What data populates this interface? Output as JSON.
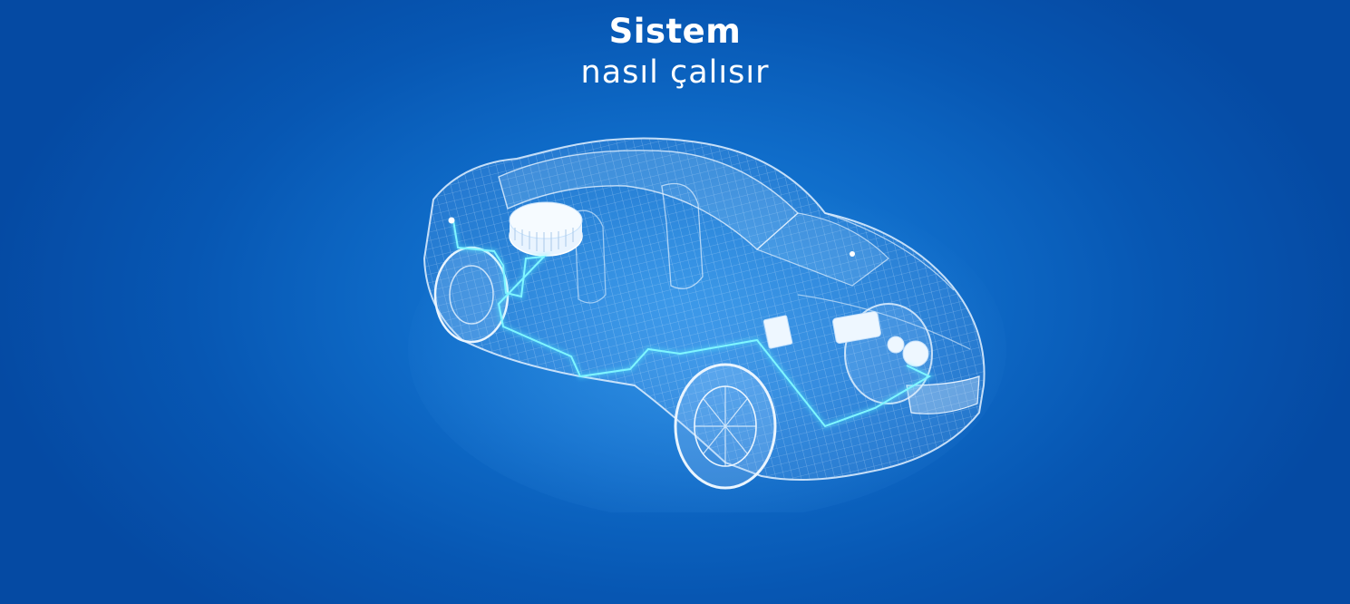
{
  "header": {
    "title": "Sistem",
    "subtitle": "nasıl çalısır"
  },
  "illustration": {
    "subject": "wireframe-car",
    "colors": {
      "background_center": "#1a84dc",
      "background_edge": "#054aa3",
      "wireframe": "#cfe6ff",
      "circuit_line": "#5ff0ff"
    }
  }
}
